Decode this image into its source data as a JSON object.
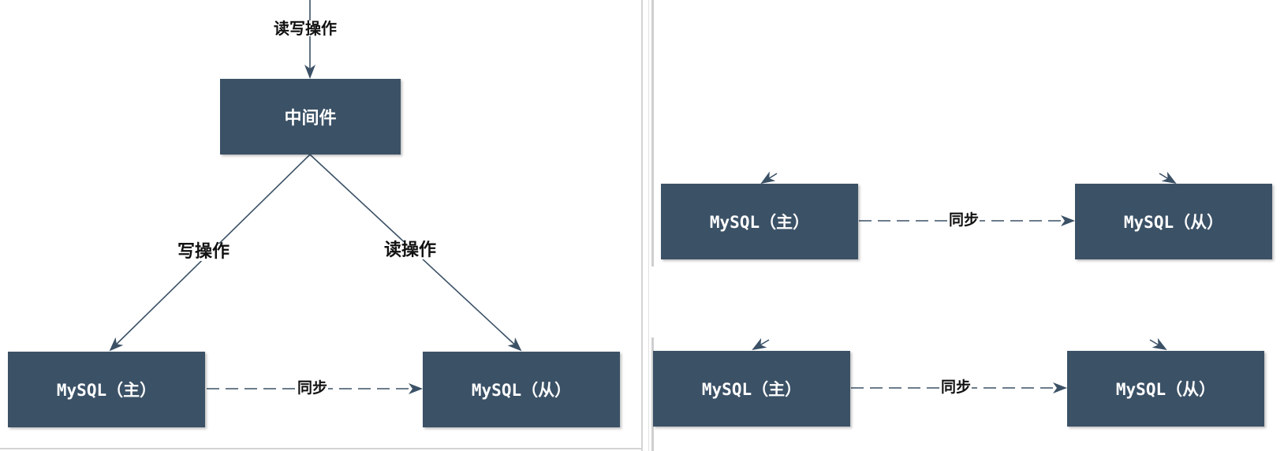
{
  "left_diagram": {
    "entry_label": "读写操作",
    "middleware": "中间件",
    "write_label": "写操作",
    "read_label": "读操作",
    "master": "MySQL（主）",
    "slave": "MySQL（从）",
    "sync_label": "同步"
  },
  "right_top": {
    "master": "MySQL（主）",
    "slave": "MySQL（从）",
    "sync_label": "同步"
  },
  "right_bottom": {
    "master": "MySQL（主）",
    "slave": "MySQL（从）",
    "sync_label": "同步"
  },
  "colors": {
    "node_fill": "#3b5166",
    "edge": "#3b5166",
    "node_text": "#ffffff"
  }
}
